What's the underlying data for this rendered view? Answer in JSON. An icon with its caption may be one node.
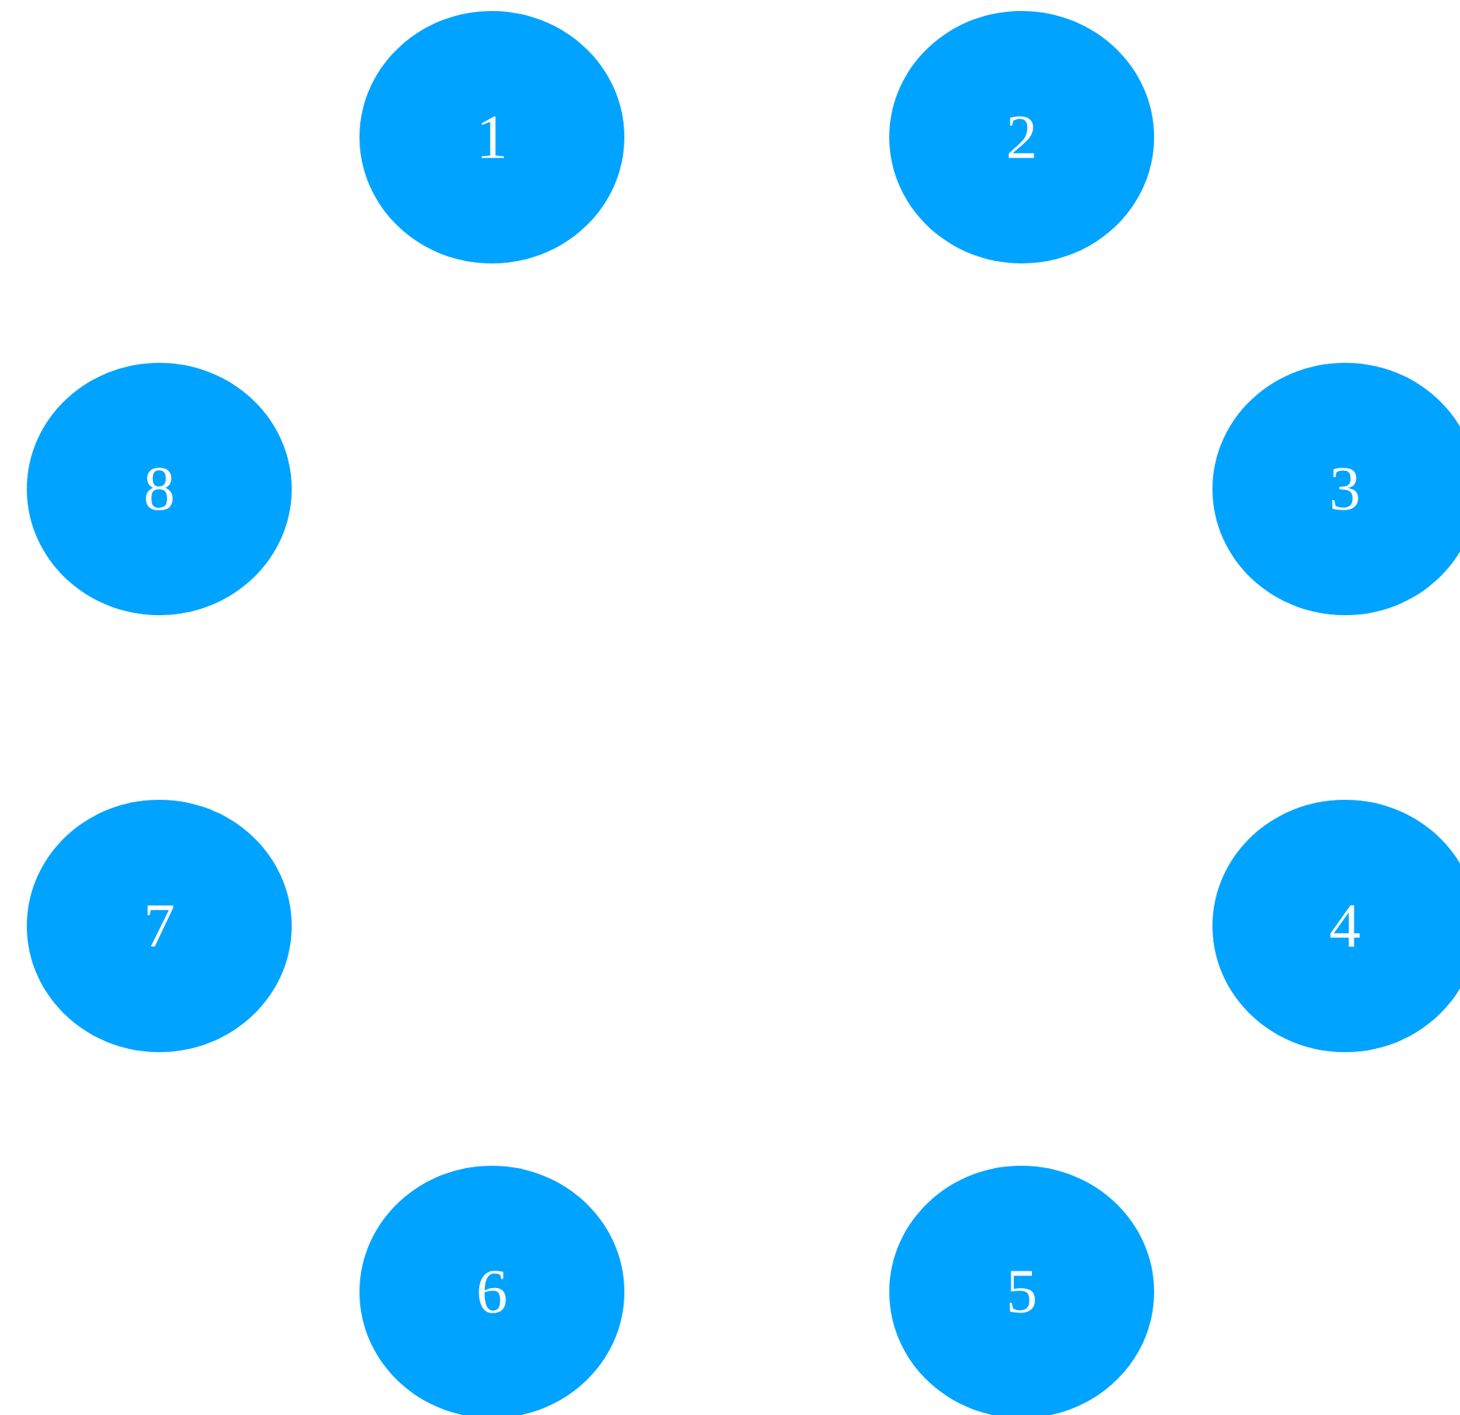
{
  "diagram": {
    "nodes": [
      {
        "text": [
          "1"
        ]
      },
      {
        "text": [
          "2"
        ]
      },
      {
        "text": [
          "8"
        ]
      },
      {
        "text": [
          "3"
        ]
      },
      {
        "text": [
          "7"
        ]
      },
      {
        "text": [
          "4"
        ]
      },
      {
        "text": [
          "6"
        ]
      },
      {
        "text": [
          "5"
        ]
      }
    ]
  }
}
